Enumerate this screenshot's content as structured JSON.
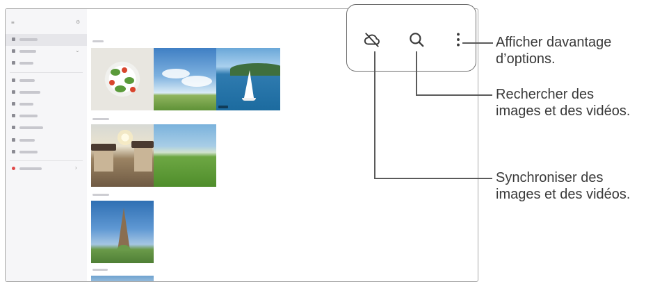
{
  "toolbar": {
    "sync_icon": "cloud-off-icon",
    "search_icon": "search-icon",
    "more_icon": "more-vertical-icon"
  },
  "annotations": {
    "more_options": [
      "Afficher davantage",
      "d’options."
    ],
    "search": [
      "Rechercher des",
      "images et des vidéos."
    ],
    "sync": [
      "Synchroniser des",
      "images et des vidéos."
    ]
  },
  "colors": {
    "frame_border": "#a9a9a9",
    "sidebar_bg": "#f6f6f8",
    "callout_border": "#6b6b6b",
    "text": "#3a3a3a"
  }
}
